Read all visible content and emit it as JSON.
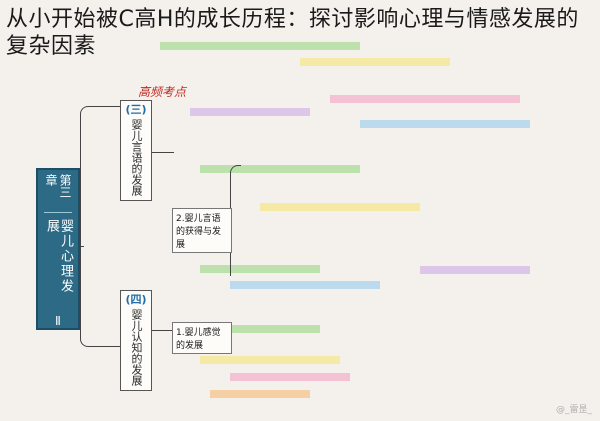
{
  "title": "从小开始被C高H的成长历程：探讨影响心理与情感发展的复杂因素",
  "annotation": "高频考点",
  "chapter": {
    "label": "第三章",
    "main": "婴儿心理发展",
    "num": "Ⅱ"
  },
  "sections": [
    {
      "num": "(三)",
      "text": "婴儿言语的发展"
    },
    {
      "num": "(四)",
      "text": "婴儿认知的发展"
    }
  ],
  "subtopics": [
    "2.婴儿言语的获得与发展",
    "1.婴儿感觉的发展"
  ],
  "watermark": "@_雷昰_"
}
